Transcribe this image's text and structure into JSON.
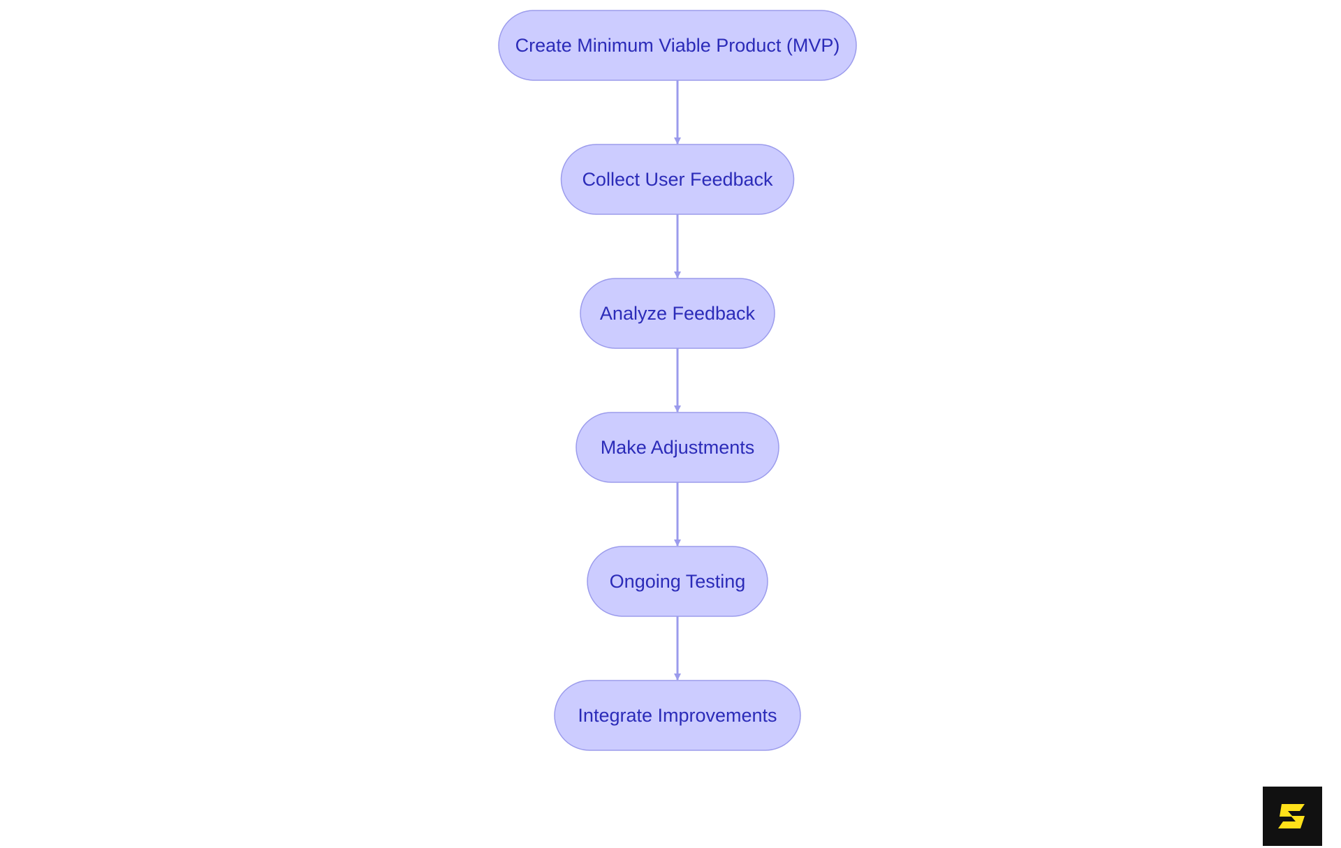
{
  "diagram": {
    "type": "flowchart",
    "direction": "top-to-bottom",
    "colors": {
      "node_fill": "#CCCCFF",
      "node_stroke": "#9B9BEC",
      "node_text": "#2B2BB8",
      "edge": "#9B9BEC",
      "background": "#FFFFFF"
    },
    "nodes": [
      {
        "id": "n1",
        "label": "Create Minimum Viable Product (MVP)"
      },
      {
        "id": "n2",
        "label": "Collect User Feedback"
      },
      {
        "id": "n3",
        "label": "Analyze Feedback"
      },
      {
        "id": "n4",
        "label": "Make Adjustments"
      },
      {
        "id": "n5",
        "label": "Ongoing Testing"
      },
      {
        "id": "n6",
        "label": "Integrate Improvements"
      }
    ],
    "edges": [
      {
        "from": "n1",
        "to": "n2"
      },
      {
        "from": "n2",
        "to": "n3"
      },
      {
        "from": "n3",
        "to": "n4"
      },
      {
        "from": "n4",
        "to": "n5"
      },
      {
        "from": "n5",
        "to": "n6"
      }
    ]
  },
  "logo": {
    "icon": "s-logo-icon",
    "background_color": "#111111",
    "mark_color": "#FFE11A"
  }
}
